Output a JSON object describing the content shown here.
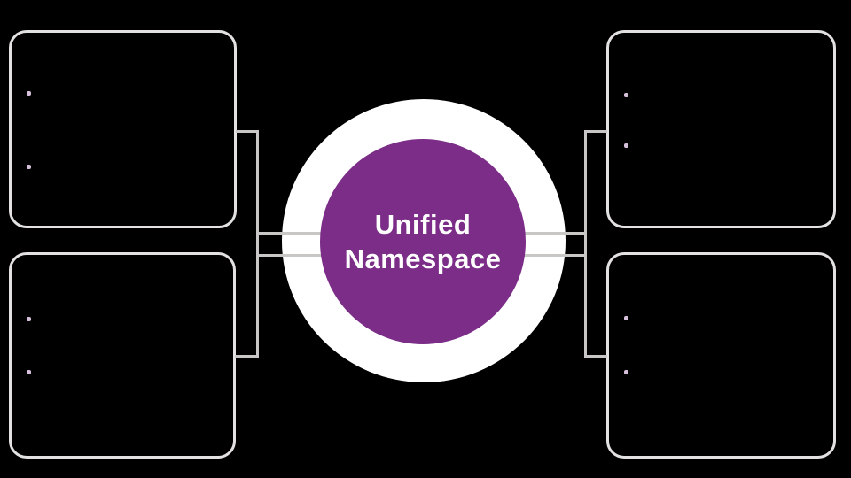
{
  "diagram": {
    "center": {
      "title_line1": "Unified",
      "title_line2": "Namespace"
    },
    "boxes": [
      {
        "id": "top-left",
        "bullet_count": 2
      },
      {
        "id": "top-right",
        "bullet_count": 2
      },
      {
        "id": "bottom-left",
        "bullet_count": 2
      },
      {
        "id": "bottom-right",
        "bullet_count": 2
      }
    ],
    "colors": {
      "background": "#000000",
      "node_fill": "#7b2d88",
      "node_ring": "#ffffff",
      "node_text": "#ffffff",
      "box_border": "#e3e1e1",
      "connector": "#c9c6c6",
      "bullet": "#d6bfdb"
    }
  }
}
